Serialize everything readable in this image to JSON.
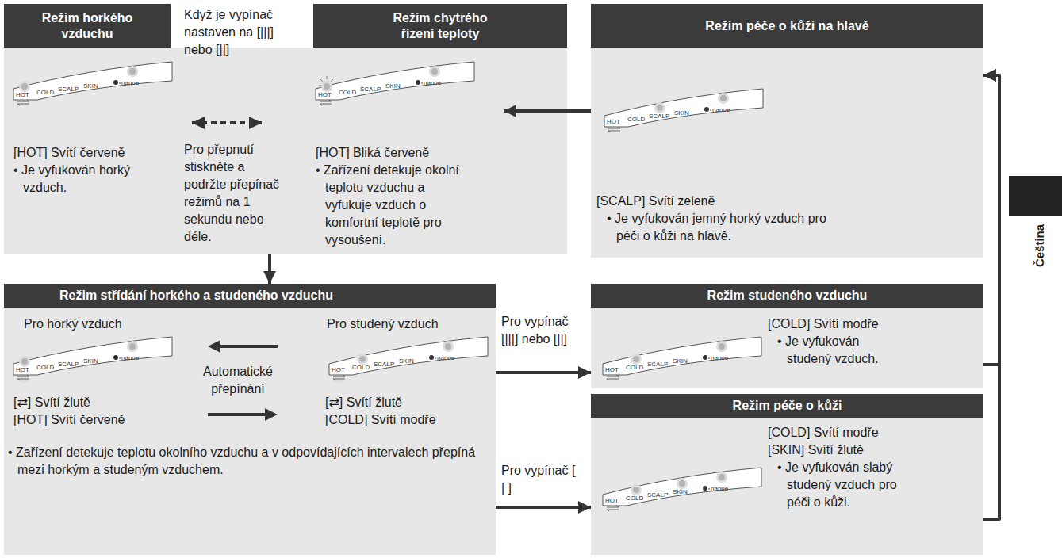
{
  "diagram": {
    "nodes": [
      {
        "text": [
          "Režim horkého vzduchu",
          "[HOT] Svítí červeně",
          "• Je vyfukován horký vzduch."
        ]
      },
      {
        "text": [
          "Režim chytrého řízení teploty",
          "[HOT] Bliká červeně",
          "• Zařízení detekuje okolní teplotu vzduchu a vyfukuje vzduch o komfortní teplotě pro vysoušení."
        ]
      },
      {
        "text": [
          "Režim péče o kůži na hlavě",
          "[SCALP] Svítí zeleně",
          "• Je vyfukován jemný horký vzduch pro péči o kůži na hlavě."
        ]
      },
      {
        "text": [
          "Režim střídání horkého a studeného vzduchu",
          "Pro horký vzduch",
          "Pro studený vzduch",
          "Automatické přepínání",
          "[⇄] Svítí žlutě",
          "[HOT] Svítí červeně",
          "[⇄] Svítí žlutě",
          "[COLD] Svítí modře",
          "• Zařízení detekuje teplotu okolního vzduchu a v odpovídajících intervalech přepíná mezi horkým a studeným vzduchem."
        ]
      },
      {
        "text": [
          "Režim studeného vzduchu",
          "[COLD] Svítí modře",
          "• Je vyfukován studený vzduch."
        ]
      },
      {
        "text": [
          "Režim péče o kůži",
          "[COLD] Svítí modře",
          "[SKIN] Svítí žlutě",
          "• Je vyfukován slabý studený vzduch pro péči o kůži."
        ]
      }
    ],
    "edges": [
      {
        "from": 0,
        "to": 1,
        "arrow": "both",
        "label": "Když je vypínač nastaven na [|||] nebo [||]"
      },
      {
        "from": 2,
        "to": 1,
        "arrow": "to"
      },
      {
        "from": 1,
        "to": 3,
        "arrow": "to"
      },
      {
        "from": 3,
        "to": 4,
        "arrow": "to",
        "label": "Pro vypínač [|||] nebo [||]"
      },
      {
        "from": 3,
        "to": 5,
        "arrow": "to",
        "label": "Pro vypínač [ | ]"
      },
      {
        "from": 4,
        "to": 2,
        "arrow": "to"
      },
      {
        "from": 5,
        "to": 2,
        "arrow": "to"
      }
    ],
    "labels": [
      "Pro přepnutí stiskněte a podržte přepínač režimů na 1 sekundu nebo déle.",
      "Čeština",
      "HOT",
      "COLD",
      "SCALP",
      "SKIN",
      "nanoe",
      "HOT",
      "COLD",
      "SCALP",
      "SKIN",
      "nanoe",
      "HOT",
      "COLD",
      "SCALP",
      "SKIN",
      "nanoe",
      "HOT",
      "COLD",
      "SCALP",
      "SKIN",
      "nanoe",
      "HOT",
      "COLD",
      "SCALP",
      "SKIN",
      "nanoe",
      "HOT",
      "COLD",
      "SCALP",
      "SKIN",
      "nanoe",
      "HOT",
      "COLD",
      "SCALP",
      "SKIN",
      "nanoe"
    ]
  }
}
